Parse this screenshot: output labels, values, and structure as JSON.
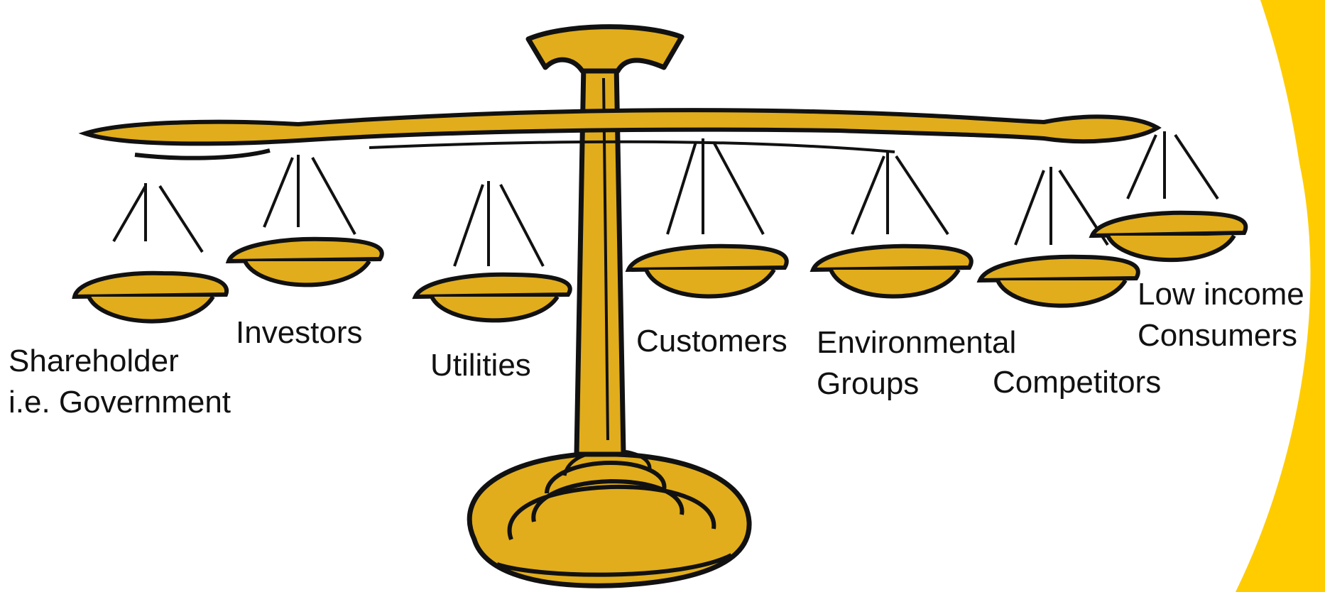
{
  "colors": {
    "gold": "#E1AD1C",
    "gold_shade": "#C9950F",
    "outline": "#111111",
    "accent_band": "#FFCC00"
  },
  "stakeholders": [
    {
      "id": "shareholder",
      "lines": [
        "Shareholder",
        "i.e. Government"
      ]
    },
    {
      "id": "investors",
      "lines": [
        "Investors"
      ]
    },
    {
      "id": "utilities",
      "lines": [
        "Utilities"
      ]
    },
    {
      "id": "customers",
      "lines": [
        "Customers"
      ]
    },
    {
      "id": "environmental-groups",
      "lines": [
        "Environmental",
        "Groups"
      ]
    },
    {
      "id": "competitors",
      "lines": [
        "Competitors"
      ]
    },
    {
      "id": "low-income-consumers",
      "lines": [
        "Low income",
        "Consumers"
      ]
    }
  ]
}
